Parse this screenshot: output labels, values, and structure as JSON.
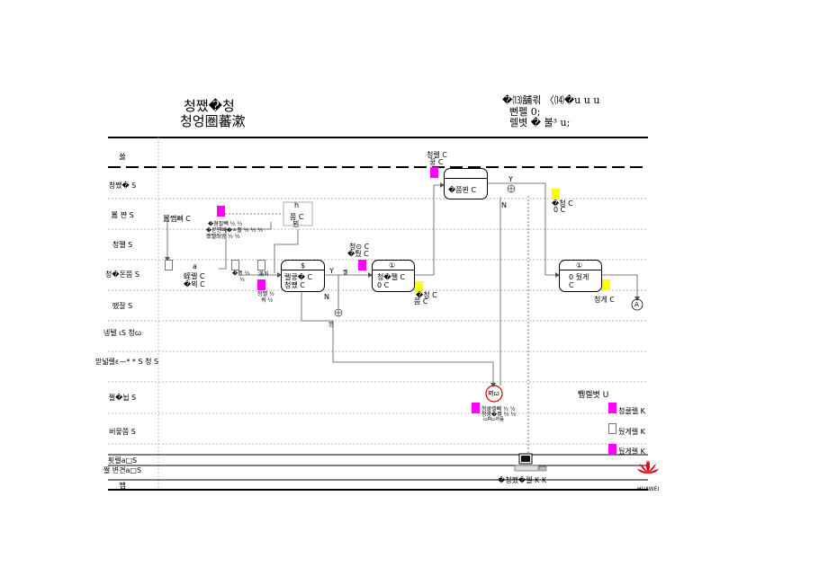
{
  "header": {
    "title_line1": "청쨌�청",
    "title_line2": "청엉圏蕃漱",
    "right_line1": "�⒀舗쾪 〈⒁�u  u  u",
    "right_line2": "뻔펠  0;",
    "right_line3": "렐볏  �  불³  u;"
  },
  "lanes": [
    {
      "label": "쓿"
    },
    {
      "label": "청쨌�  S"
    },
    {
      "label": "暠  쨘  S"
    },
    {
      "label": "청쨀  S"
    },
    {
      "label": "청�돈쯤  S"
    },
    {
      "label": "뗐잘  S"
    },
    {
      "label": "넹텔 ιS 청ꞷ"
    },
    {
      "label": "맏넓렐ε—* *  S 청  S"
    },
    {
      "label": "쩔�뉩  S"
    },
    {
      "label": "버뭏쯤  S"
    },
    {
      "label": "횟렐a□S"
    },
    {
      "label": "쩔 변견a□S"
    },
    {
      "label": "쨉"
    }
  ],
  "processes": [
    {
      "head": "",
      "text": "�쯤뵌  C"
    },
    {
      "head": "$",
      "text": "렐쿵�  C 청쨌  C"
    },
    {
      "head": "①",
      "text": "청�쨀  C 0  C"
    },
    {
      "head": "①",
      "text": "0 뒀게  C"
    }
  ],
  "labels": {
    "l1": "暠쨉뼈  C",
    "l2": "�쳠쵤빽 ½ ½",
    "l3": "�뮨쨴뻬�ㅿ쥘 ½ ½ ½",
    "l4": "쨌쨀쫘쌍 ½ ½",
    "l5": "h",
    "l6": "쯤  C",
    "l7": "뵌",
    "l8": "a",
    "l9": "蛭렐  C",
    "l10": "�뵉  C",
    "l11": "�쯤 ½",
    "l12": "½",
    "l13": "滿퍼",
    "l14": "청쨀 ½",
    "l15": "쿼 ½",
    "l16": "청⊙  C",
    "l17": "�퉜  C",
    "l18": "청렐  C",
    "l19": "꿍  C",
    "l20": "�청  C",
    "l21": "0  C",
    "l22": "�청  C",
    "l23": "쯤  C",
    "l24": "�청  C",
    "l25": "0  C",
    "l26": "청게  C",
    "l27": "A",
    "l28": "쩌ꞷ",
    "l29": "청쿨렐뻬 ½ ½",
    "l30": "청쿵�쀼 ½ ½",
    "l31": "ꞷ쩌ꞷ하뭄",
    "l32": "뛩렐볏  U",
    "l33": "청쿨렐  K",
    "l34": "뒀게렐  K",
    "l35": "뒀게렐  K",
    "l36": "�청쨌�렐  K  K",
    "y1": "Y",
    "n1": "N",
    "y2": "Y",
    "n2": "N",
    "sq1": "쨀",
    "sq2": "뵌"
  },
  "logo": {
    "text": "HUAWEI"
  }
}
